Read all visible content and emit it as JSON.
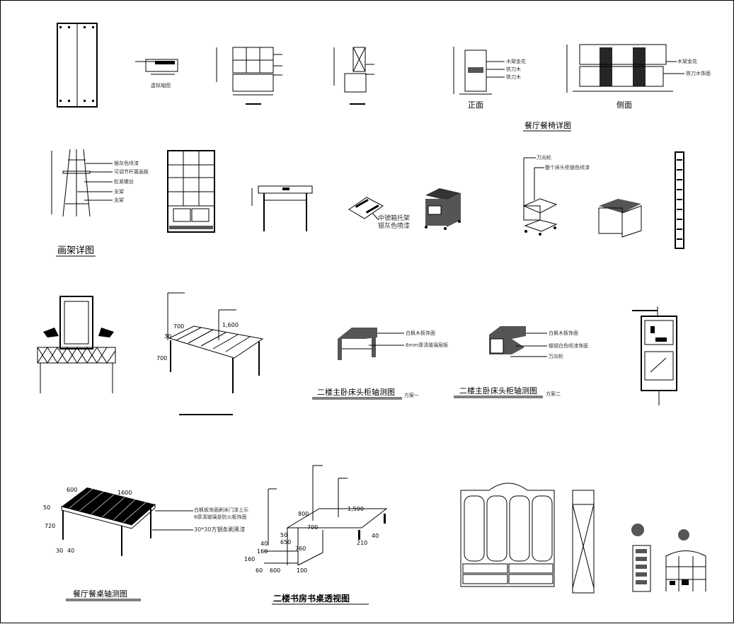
{
  "sheet": {
    "virtual_axis": "虚拟轴图",
    "chair": {
      "front": "正面",
      "side": "侧面",
      "title": "餐厅餐椅详图",
      "front_labels": [
        "木架金花",
        "铁刀木",
        "铁刀木"
      ],
      "side_labels": [
        "木架金花",
        "铁刀木饰面"
      ]
    },
    "easel": {
      "title": "画架详图",
      "labels": [
        "银灰色喷漆",
        "可调节杆置画板",
        "松紧螺丝",
        "支架",
        "支架"
      ]
    },
    "rack": {
      "labels": [
        "中號箱托架",
        "银灰色喷漆"
      ]
    },
    "side_table": {
      "labels": [
        "万向轮",
        "整个床头柜银色喷漆"
      ]
    },
    "table_700": {
      "dims": [
        "700",
        "1,600",
        "30",
        "700"
      ]
    },
    "nightstand_1": {
      "title": "二楼主卧床头柜轴测图",
      "scheme": "方案一",
      "labels": [
        "白枫木板饰面",
        "6mm厚清玻璃层板"
      ]
    },
    "nightstand_2": {
      "title": "二楼主卧床头柜轴测图",
      "scheme": "方案二",
      "labels": [
        "白枫木板饰面",
        "银钢白色喷漆饰面",
        "万向轮"
      ]
    },
    "dining_table": {
      "title": "餐厅餐桌轴测图",
      "dims": [
        "600",
        "1600",
        "50",
        "720",
        "30",
        "40"
      ],
      "labels": [
        "白枫板饰面刷米门漆上乐",
        "8厚清玻璃是防火板饰面",
        "30*30方钢条刷黑漆"
      ]
    },
    "desk": {
      "title": "二楼书房书桌透视图",
      "dims": [
        "800",
        "1,500",
        "700",
        "40",
        "50",
        "650",
        "760",
        "210",
        "40",
        "160",
        "160",
        "60",
        "600",
        "100"
      ]
    }
  }
}
